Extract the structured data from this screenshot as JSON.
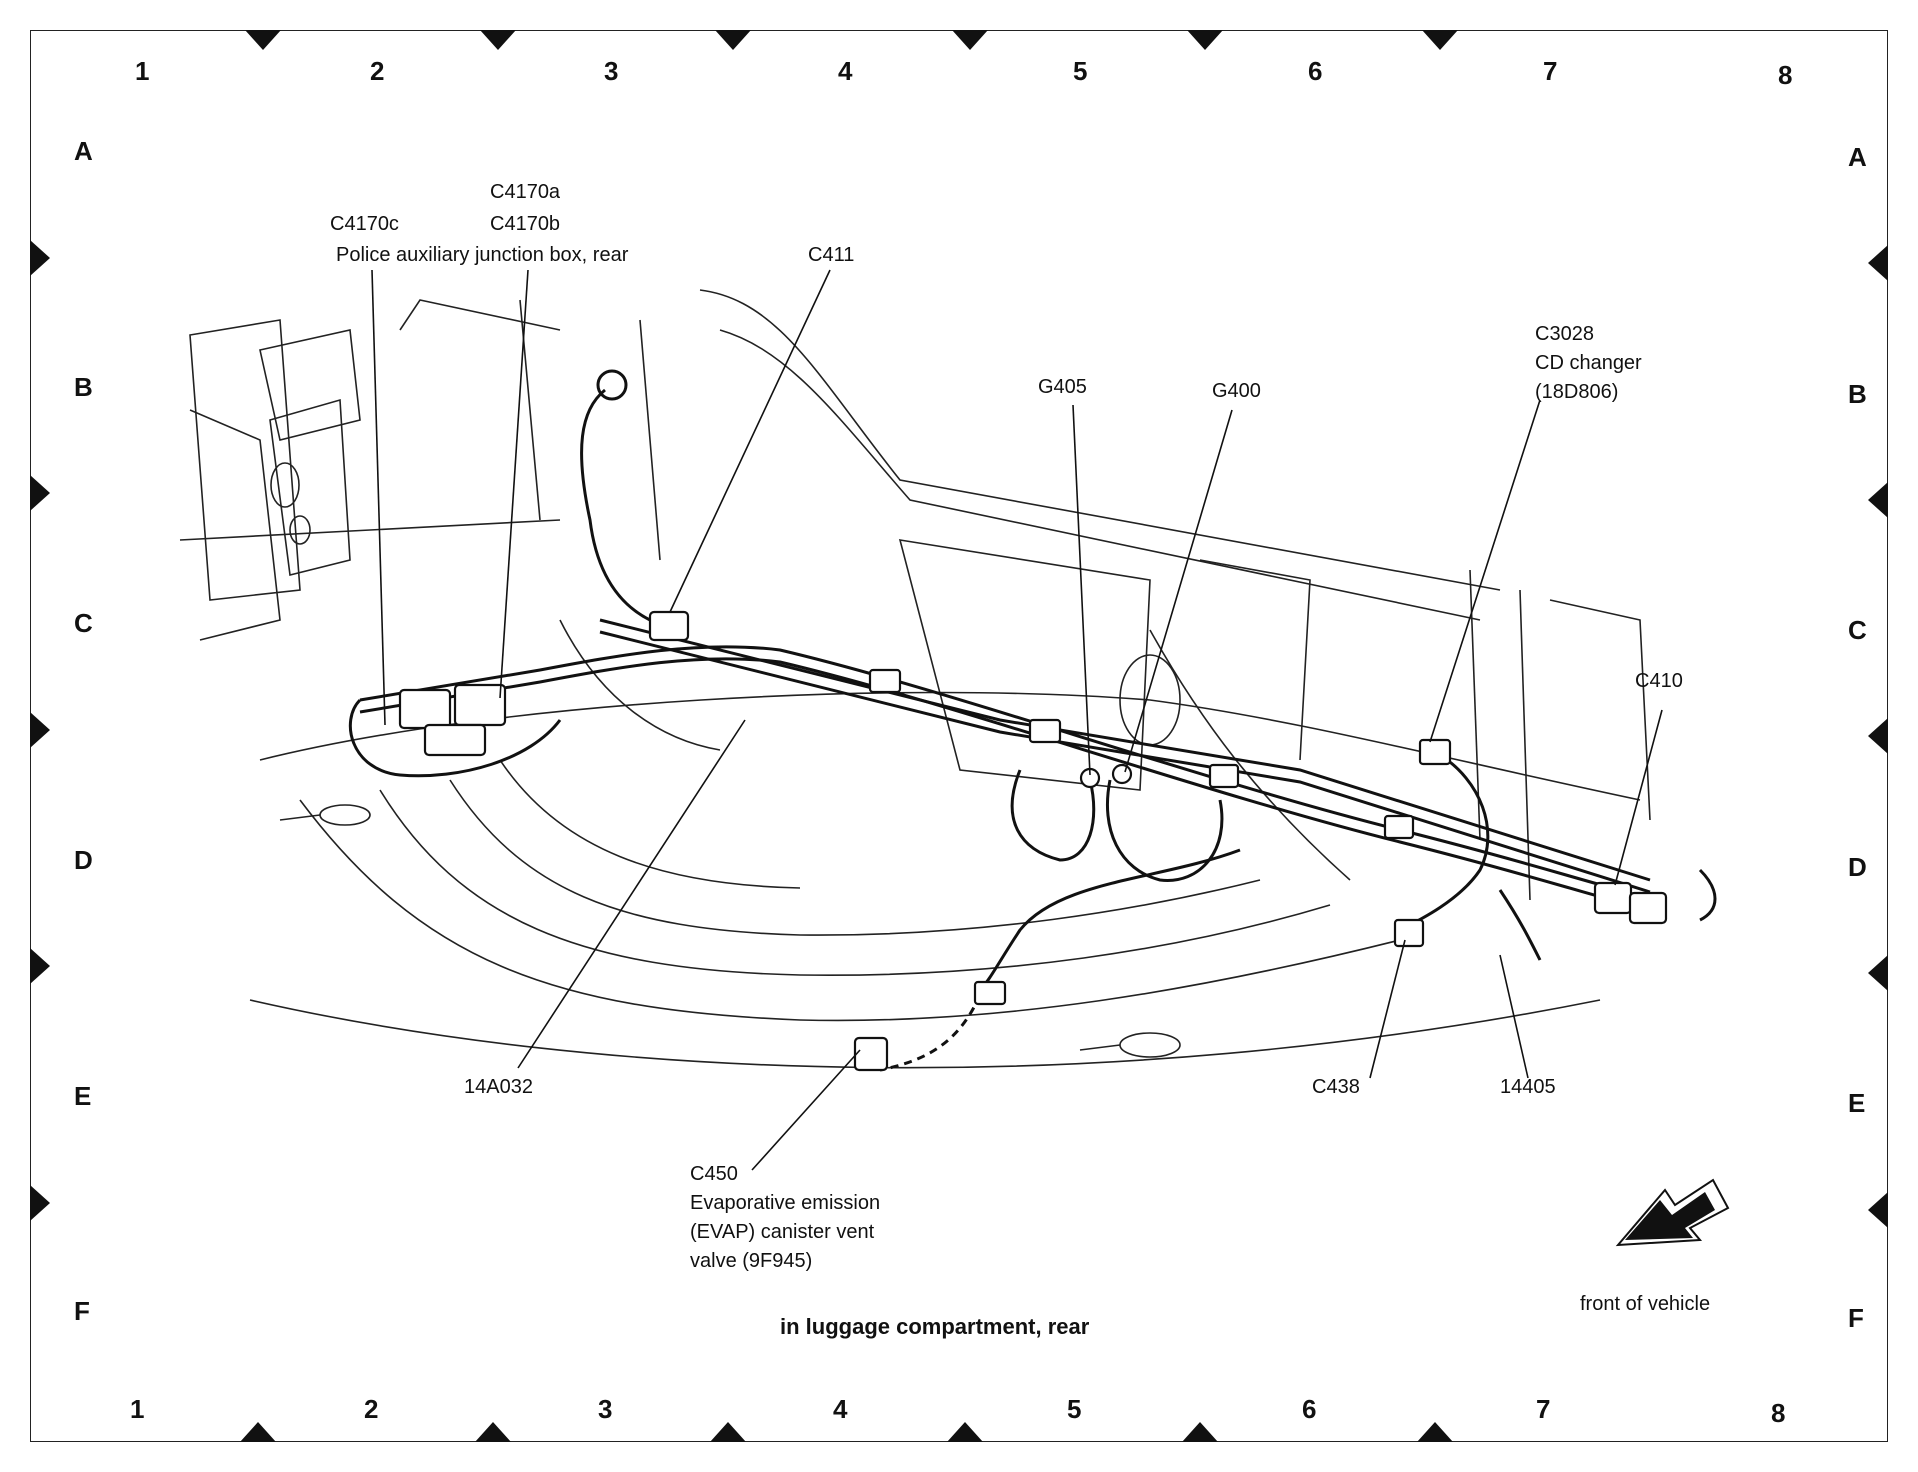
{
  "grid": {
    "columns": [
      "1",
      "2",
      "3",
      "4",
      "5",
      "6",
      "7",
      "8"
    ],
    "rows": [
      "A",
      "B",
      "C",
      "D",
      "E",
      "F"
    ]
  },
  "labels": {
    "c4170a": "C4170a",
    "c4170b": "C4170b",
    "c4170c": "C4170c",
    "police_box": "Police auxiliary junction box, rear",
    "c411": "C411",
    "g405": "G405",
    "g400": "G400",
    "c3028": "C3028",
    "cd_changer": "CD changer",
    "cd_part": "(18D806)",
    "c410": "C410",
    "harness_14a032": "14A032",
    "c438": "C438",
    "harness_14405": "14405",
    "c450": "C450",
    "evap_line1": "Evaporative emission",
    "evap_line2": "(EVAP) canister vent",
    "evap_line3": "valve (9F945)",
    "front_of_vehicle": "front of vehicle"
  },
  "caption": "in luggage compartment, rear"
}
